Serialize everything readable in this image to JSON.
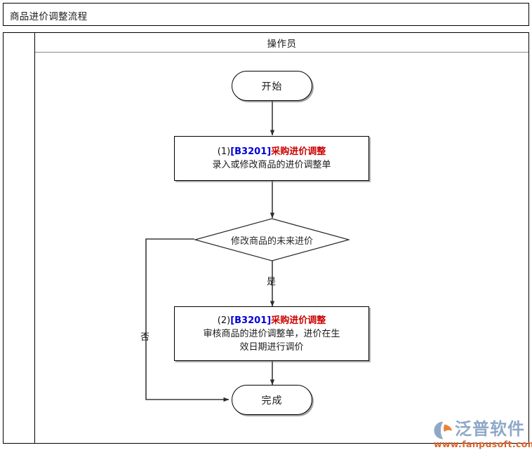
{
  "document": {
    "title": "商品进价调整流程"
  },
  "lane": {
    "header_label": "操作员",
    "label_column_text": ""
  },
  "colors": {
    "sequence": "#111111",
    "code": "#0000d8",
    "module_name": "#cc0000",
    "body_text": "#1a1a1a",
    "line": "#333333",
    "logo_text": "#8fa8c8",
    "logo_url": "#d9622b"
  },
  "flow": {
    "start": {
      "type": "terminator",
      "label": "开始"
    },
    "step1": {
      "type": "process",
      "sequence": "(1)",
      "code": "[B3201]",
      "module_name": "采购进价调整",
      "description": "录入或修改商品的进价调整单"
    },
    "decision": {
      "type": "decision",
      "label": "修改商品的未来进价",
      "yes_label": "是",
      "no_label": "否"
    },
    "step2": {
      "type": "process",
      "sequence": "(2)",
      "code": "[B3201]",
      "module_name": "采购进价调整",
      "description_line1": "审核商品的进价调整单，进价在生",
      "description_line2": "效日期进行调价"
    },
    "end": {
      "type": "terminator",
      "label": "完成"
    }
  },
  "watermark": {
    "brand": "泛普软件",
    "url": "www.fanpusoft.com"
  }
}
